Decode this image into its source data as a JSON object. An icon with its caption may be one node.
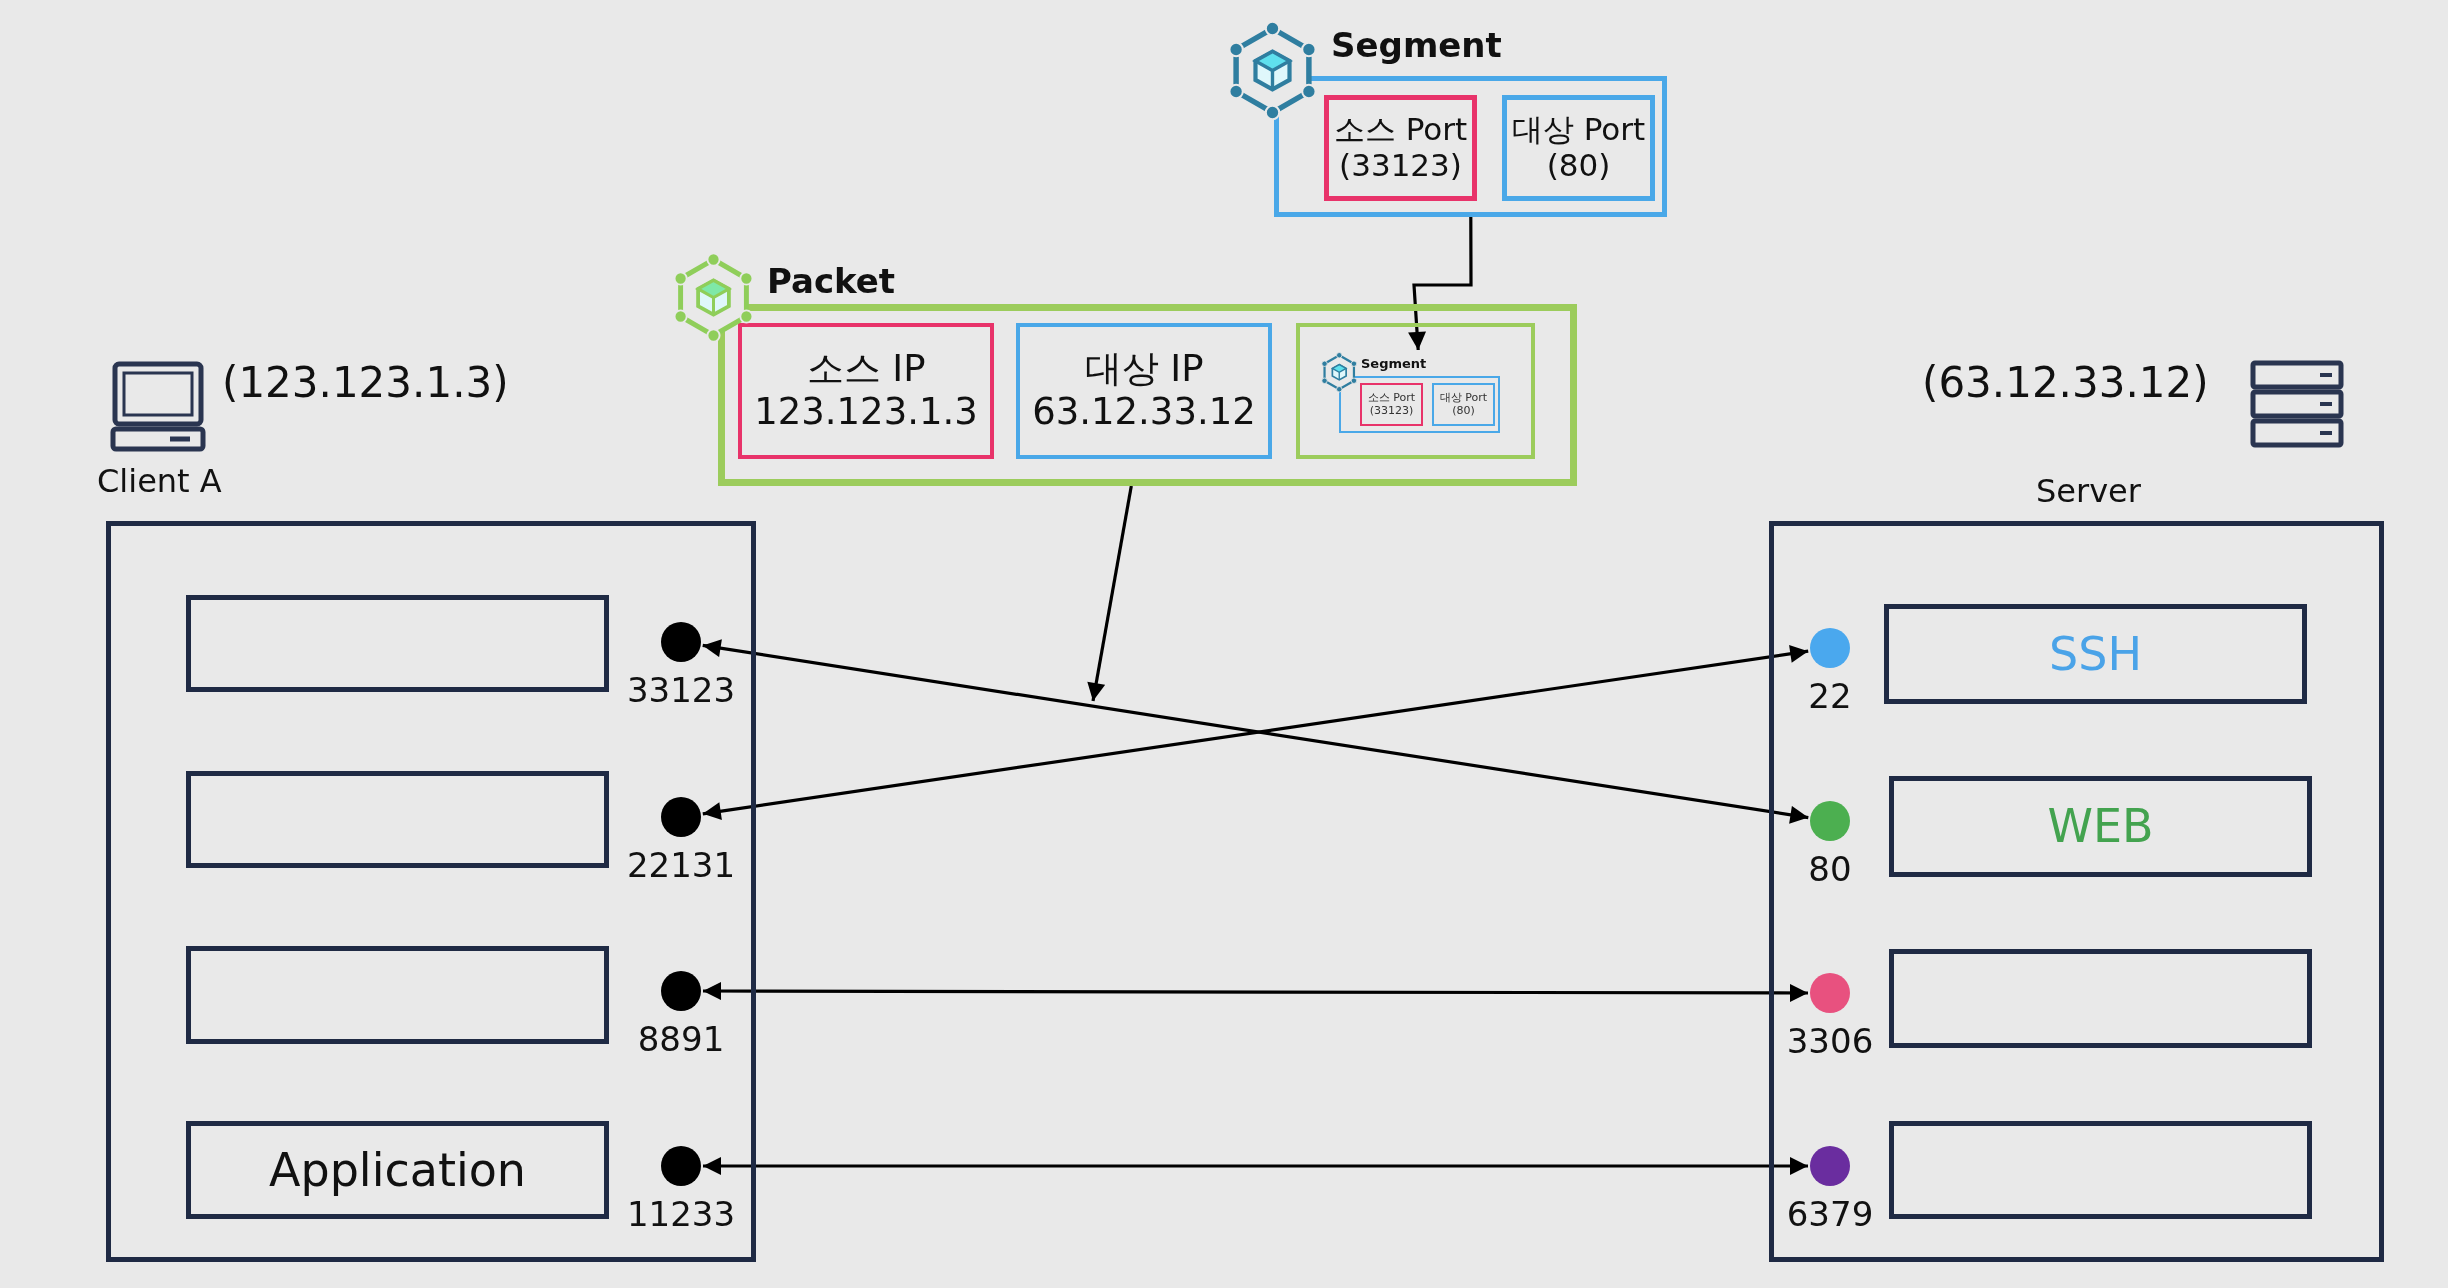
{
  "diagram": {
    "nodes": [
      {
        "text": [
          "Segment"
        ]
      },
      {
        "text": [
          "소스 Port (33123)"
        ],
        "in": 0
      },
      {
        "text": [
          "대상 Port (80)"
        ],
        "in": 0
      },
      {
        "text": [
          "Packet"
        ]
      },
      {
        "text": [
          "소스 IP 123.123.1.3"
        ],
        "in": 3
      },
      {
        "text": [
          "대상 IP 63.12.33.12"
        ],
        "in": 3
      },
      {
        "text": [],
        "shape": "box",
        "in": 3
      },
      {
        "text": [
          "Segment"
        ],
        "in": 6
      },
      {
        "text": [
          "소스 Port (33123)"
        ],
        "in": 7
      },
      {
        "text": [
          "대상 Port (80)"
        ],
        "in": 7
      },
      {
        "text": [],
        "shape": "box"
      },
      {
        "text": [],
        "shape": "box",
        "in": 10
      },
      {
        "text": [],
        "shape": "box",
        "in": 10
      },
      {
        "text": [],
        "shape": "box",
        "in": 10
      },
      {
        "text": [
          "Application"
        ],
        "in": 10
      },
      {
        "text": [],
        "shape": "circle",
        "beside": [
          "33123"
        ],
        "in": 10
      },
      {
        "text": [],
        "shape": "circle",
        "beside": [
          "22131"
        ],
        "in": 10
      },
      {
        "text": [],
        "shape": "circle",
        "beside": [
          "8891"
        ],
        "in": 10
      },
      {
        "text": [],
        "shape": "circle",
        "beside": [
          "11233"
        ],
        "in": 10
      },
      {
        "text": [],
        "shape": "box"
      },
      {
        "text": [
          "SSH"
        ],
        "in": 19
      },
      {
        "text": [
          "WEB"
        ],
        "in": 19
      },
      {
        "text": [],
        "shape": "box",
        "in": 19
      },
      {
        "text": [],
        "shape": "box",
        "in": 19
      },
      {
        "text": [],
        "shape": "circle",
        "beside": [
          "22"
        ],
        "in": 19
      },
      {
        "text": [],
        "shape": "circle",
        "beside": [
          "80"
        ],
        "in": 19
      },
      {
        "text": [],
        "shape": "circle",
        "beside": [
          "3306"
        ],
        "in": 19
      },
      {
        "text": [],
        "shape": "circle",
        "beside": [
          "6379"
        ],
        "in": 19
      }
    ],
    "edges": [
      {
        "from": 0,
        "to": 7,
        "arrow": "to"
      },
      {
        "from": 3,
        "to": null,
        "arrow": "to"
      },
      {
        "from": 15,
        "to": 25,
        "arrow": "both"
      },
      {
        "from": 16,
        "to": 24,
        "arrow": "both"
      },
      {
        "from": 17,
        "to": 26,
        "arrow": "both"
      },
      {
        "from": 18,
        "to": 27,
        "arrow": "both"
      }
    ],
    "labels": [
      "(123.123.1.3)",
      "Client A",
      "(63.12.33.12)",
      "Server"
    ]
  }
}
